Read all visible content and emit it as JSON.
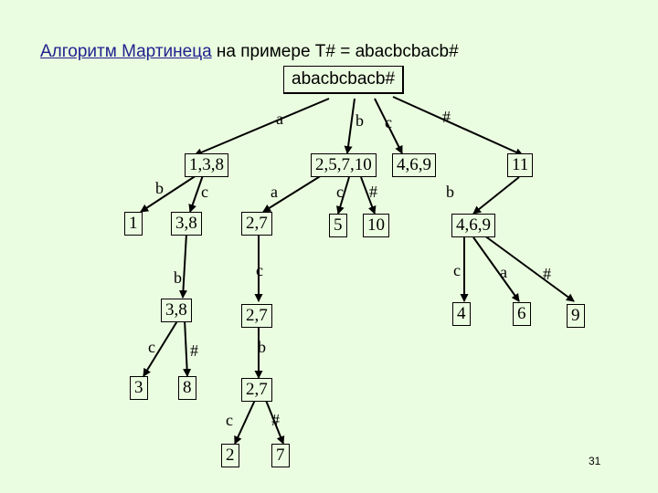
{
  "title": {
    "prefix": "Алгоритм Мартинеца",
    "rest": " на  примере   T# = abacbcbacb#"
  },
  "tree": {
    "root": "abacbcbacb#",
    "nodes": {
      "n138": "1,3,8",
      "n2579": "2,5,7,10",
      "n469": "4,6,9",
      "n11": "11",
      "n1": "1",
      "n38a": "3,8",
      "n27a": "2,7",
      "n5": "5",
      "n10": "10",
      "n469b": "4,6,9",
      "n38b": "3,8",
      "n27b": "2,7",
      "n4": "4",
      "n6": "6",
      "n9": "9",
      "n3": "3",
      "n8": "8",
      "n27c": "2,7",
      "n2": "2",
      "n7": "7"
    },
    "edge_labels": {
      "root_a": "a",
      "root_b": "b",
      "root_c": "c",
      "root_hash": "#",
      "n138_b": "b",
      "n138_c": "c",
      "n2579_a": "a",
      "n2579_c": "c",
      "n2579_hash": "#",
      "n11_b": "b",
      "n38a_b": "b",
      "n27a_c": "c",
      "n469b_c": "c",
      "n469b_a": "a",
      "n469b_hash": "#",
      "n38b_c": "c",
      "n38b_hash": "#",
      "n27b_b": "b",
      "n27c_c": "c",
      "n27c_hash": "#"
    }
  },
  "page_number": "31"
}
